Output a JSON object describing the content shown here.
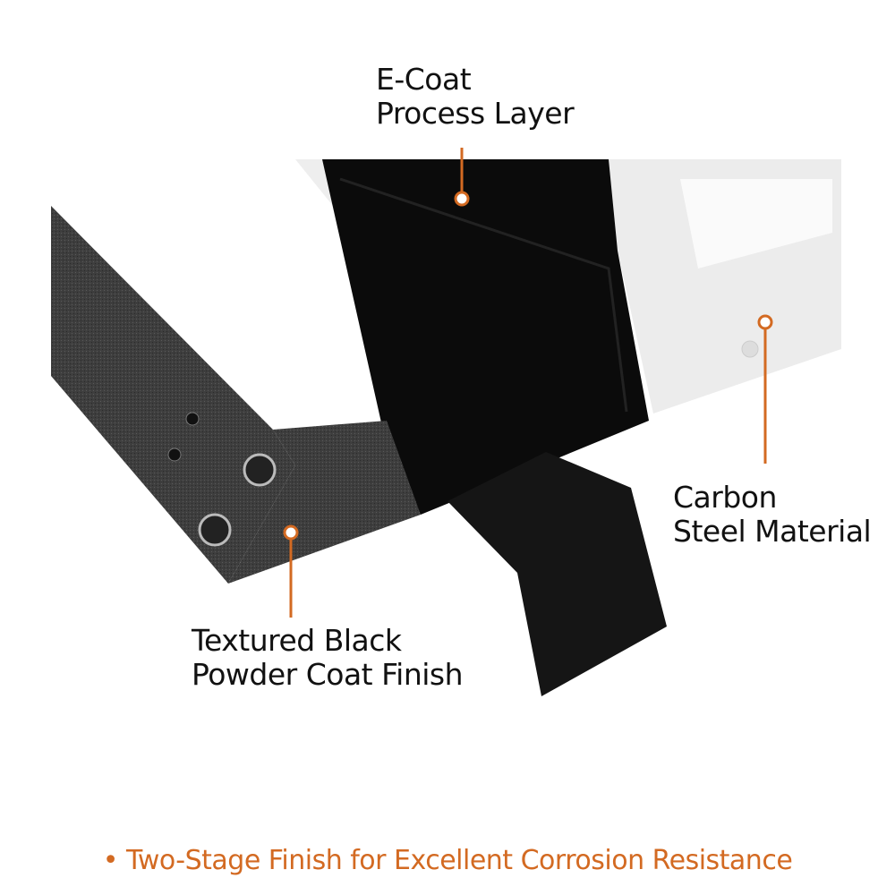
{
  "callouts": {
    "ecoat": {
      "line1": "E-Coat",
      "line2": "Process Layer"
    },
    "carbon": {
      "line1": "Carbon",
      "line2": "Steel Material"
    },
    "powder": {
      "line1": "Textured Black",
      "line2": "Powder Coat Finish"
    }
  },
  "caption": {
    "bullet": "•",
    "text": "Two-Stage Finish for Excellent Corrosion Resistance"
  },
  "colors": {
    "accent": "#d36a22",
    "text": "#111111"
  }
}
